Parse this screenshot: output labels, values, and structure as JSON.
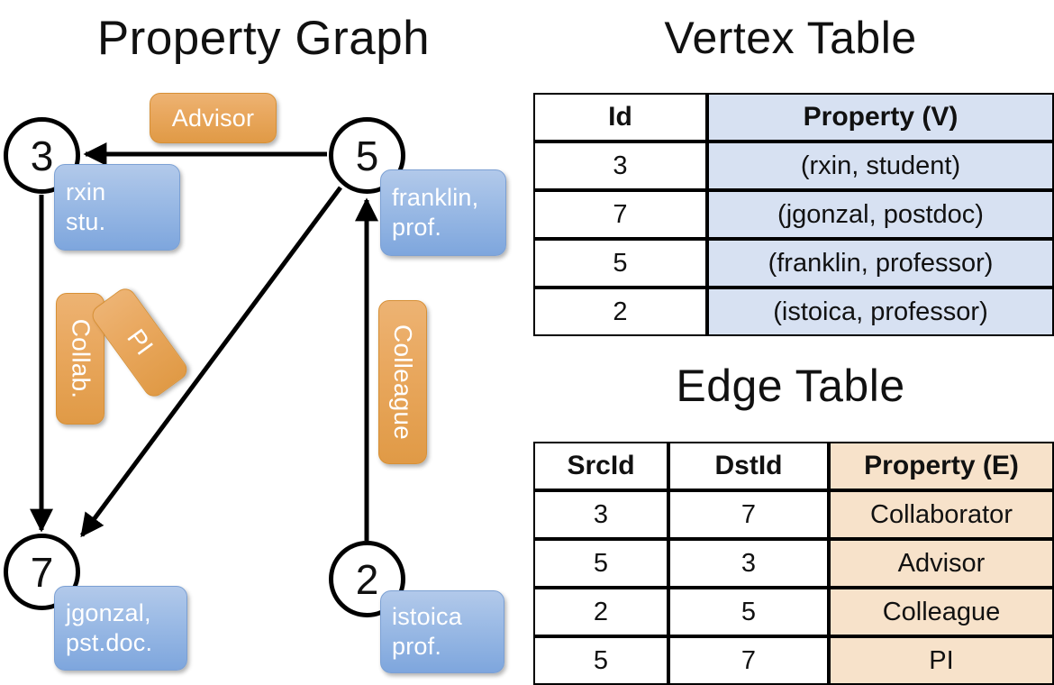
{
  "titles": {
    "graph": "Property Graph",
    "vertex_table": "Vertex Table",
    "edge_table": "Edge Table"
  },
  "graph": {
    "nodes": [
      {
        "id": "3",
        "property_line1": "rxin",
        "property_line2": "stu."
      },
      {
        "id": "5",
        "property_line1": "franklin,",
        "property_line2": "prof."
      },
      {
        "id": "7",
        "property_line1": "jgonzal,",
        "property_line2": "pst.doc."
      },
      {
        "id": "2",
        "property_line1": "istoica",
        "property_line2": "prof."
      }
    ],
    "edge_labels": {
      "advisor": "Advisor",
      "collab": "Collab.",
      "pi": "PI",
      "colleague": "Colleague"
    },
    "edges": [
      {
        "from": "5",
        "to": "3",
        "label": "Advisor"
      },
      {
        "from": "3",
        "to": "7",
        "label": "Collab."
      },
      {
        "from": "5",
        "to": "7",
        "label": "PI"
      },
      {
        "from": "2",
        "to": "5",
        "label": "Colleague"
      }
    ]
  },
  "vertex_table": {
    "columns": [
      "Id",
      "Property (V)"
    ],
    "rows": [
      {
        "id": "3",
        "property": "(rxin, student)"
      },
      {
        "id": "7",
        "property": "(jgonzal, postdoc)"
      },
      {
        "id": "5",
        "property": "(franklin, professor)"
      },
      {
        "id": "2",
        "property": "(istoica, professor)"
      }
    ]
  },
  "edge_table": {
    "columns": [
      "SrcId",
      "DstId",
      "Property (E)"
    ],
    "rows": [
      {
        "src": "3",
        "dst": "7",
        "property": "Collaborator"
      },
      {
        "src": "5",
        "dst": "3",
        "property": "Advisor"
      },
      {
        "src": "2",
        "dst": "5",
        "property": "Colleague"
      },
      {
        "src": "5",
        "dst": "7",
        "property": "PI"
      }
    ]
  },
  "colors": {
    "vertex_property_fill": "#d7e1f2",
    "edge_property_fill": "#f7e2ca",
    "node_box_blue": "#9fbde6",
    "edge_label_orange": "#e9a85f",
    "stroke": "#000000",
    "background": "#ffffff"
  }
}
